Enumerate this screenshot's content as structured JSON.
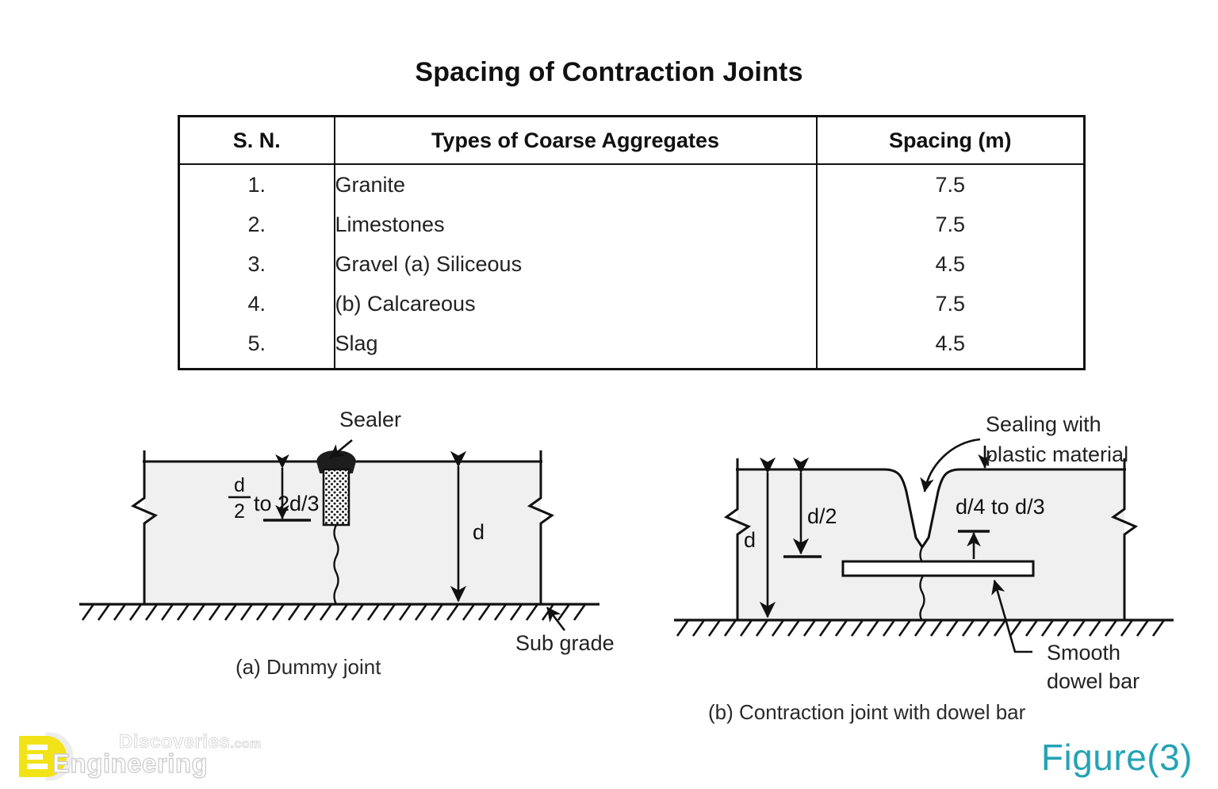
{
  "title": "Spacing of Contraction Joints",
  "table": {
    "headers": [
      "S. N.",
      "Types of Coarse Aggregates",
      "Spacing (m)"
    ],
    "rows": [
      {
        "sn": "1.",
        "type": "Granite",
        "spacing": "7.5"
      },
      {
        "sn": "2.",
        "type": "Limestones",
        "spacing": "7.5"
      },
      {
        "sn": "3.",
        "type": "Gravel (a) Siliceous",
        "spacing": "4.5"
      },
      {
        "sn": "4.",
        "type": "(b) Calcareous",
        "spacing": "7.5"
      },
      {
        "sn": "5.",
        "type": "Slag",
        "spacing": "4.5"
      }
    ]
  },
  "figure_a": {
    "caption": "(a) Dummy joint",
    "label_sealer": "Sealer",
    "label_subgrade": "Sub grade",
    "dim_groove_numerator": "d",
    "dim_groove_denominator": "2",
    "dim_groove_rest": "to 2d/3",
    "dim_depth": "d"
  },
  "figure_b": {
    "caption": "(b) Contraction joint with dowel bar",
    "label_sealing_line1": "Sealing with",
    "label_sealing_line2": "plastic material",
    "label_dowel_line1": "Smooth",
    "label_dowel_line2": "dowel bar",
    "dim_depth": "d",
    "dim_half_depth": "d/2",
    "dim_groove": "d/4 to d/3"
  },
  "figure_number": "Figure(3)",
  "watermark": {
    "top_text": "Discoveries",
    "top_suffix": ".com",
    "bottom_text": "Engineering"
  },
  "colors": {
    "figure_number": "#25a3b5",
    "logo_yellow": "#f2e318",
    "slab_fill": "#f0f0f0",
    "ink": "#111111"
  }
}
